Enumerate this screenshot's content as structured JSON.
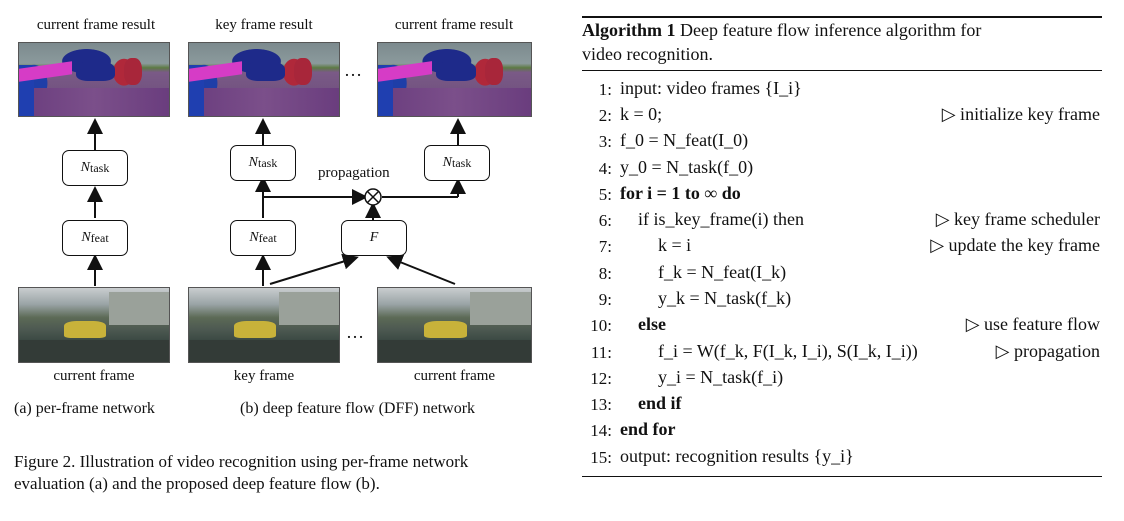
{
  "figure": {
    "top_labels": [
      "current frame result",
      "key frame result",
      "current frame result"
    ],
    "ellipsis": "…",
    "boxes": {
      "task_main": "N",
      "task_sub": "task",
      "feat_main": "N",
      "feat_sub": "feat",
      "flow": "F"
    },
    "propagation_label": "propagation",
    "bottom_labels": [
      "current frame",
      "key frame",
      "current frame"
    ],
    "subcaption_a": "(a) per-frame network",
    "subcaption_b": "(b) deep feature flow (DFF) network",
    "caption_line1": "Figure 2. Illustration of video recognition using per-frame network",
    "caption_line2": "evaluation (a) and the proposed deep feature flow (b)."
  },
  "algorithm": {
    "title_bold": "Algorithm 1",
    "title_rest": "Deep feature flow inference algorithm for",
    "title_line2": "video recognition.",
    "lines": [
      {
        "num": "1:",
        "text": "input: video frames {I_i}",
        "comment": ""
      },
      {
        "num": "2:",
        "text": "k = 0;",
        "comment": "▷ initialize key frame"
      },
      {
        "num": "3:",
        "text": "f_0 = N_feat(I_0)",
        "comment": ""
      },
      {
        "num": "4:",
        "text": "y_0 = N_task(f_0)",
        "comment": ""
      },
      {
        "num": "5:",
        "text": "for i = 1 to ∞ do",
        "comment": ""
      },
      {
        "num": "6:",
        "text": "if is_key_frame(i) then",
        "comment": "▷ key frame scheduler"
      },
      {
        "num": "7:",
        "text": "k = i",
        "comment": "▷ update the key frame"
      },
      {
        "num": "8:",
        "text": "f_k = N_feat(I_k)",
        "comment": ""
      },
      {
        "num": "9:",
        "text": "y_k = N_task(f_k)",
        "comment": ""
      },
      {
        "num": "10:",
        "text": "else",
        "comment": "▷ use feature flow"
      },
      {
        "num": "11:",
        "text": "f_i = W(f_k, F(I_k, I_i), S(I_k, I_i))",
        "comment": "▷ propagation"
      },
      {
        "num": "12:",
        "text": "y_i = N_task(f_i)",
        "comment": ""
      },
      {
        "num": "13:",
        "text": "end if",
        "comment": ""
      },
      {
        "num": "14:",
        "text": "end for",
        "comment": ""
      },
      {
        "num": "15:",
        "text": "output: recognition results {y_i}",
        "comment": ""
      }
    ]
  }
}
